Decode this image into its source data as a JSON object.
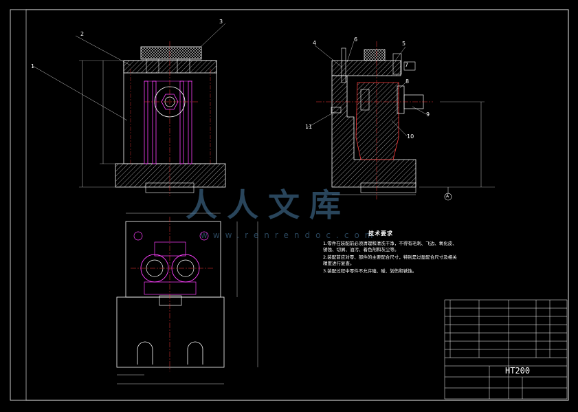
{
  "drawing": {
    "balloons": [
      "1",
      "2",
      "3",
      "4",
      "5",
      "6",
      "7",
      "8",
      "9",
      "10",
      "11"
    ],
    "datum": "A",
    "material": "HT200",
    "technical_requirements": {
      "title": "技术要求",
      "items": [
        "1.零件在装配前必须清理和清洗干净，不得有毛刺、飞边、氧化皮、锈蚀、切屑、油污、着色剂和灰尘等。",
        "2.装配前应对零、部件的主要配合尺寸，特别是过盈配合尺寸及相关精度进行复查。",
        "3.装配过程中零件不允许磕、碰、划伤和锈蚀。"
      ]
    }
  },
  "watermark": {
    "text": "人人文库",
    "url": "www.renrendoc.com"
  },
  "colors": {
    "line": "#ffffff",
    "center": "#ff3b3b",
    "accent": "#ff40ff",
    "hatch": "#ffffff",
    "watermark": "#4b7ea6"
  }
}
